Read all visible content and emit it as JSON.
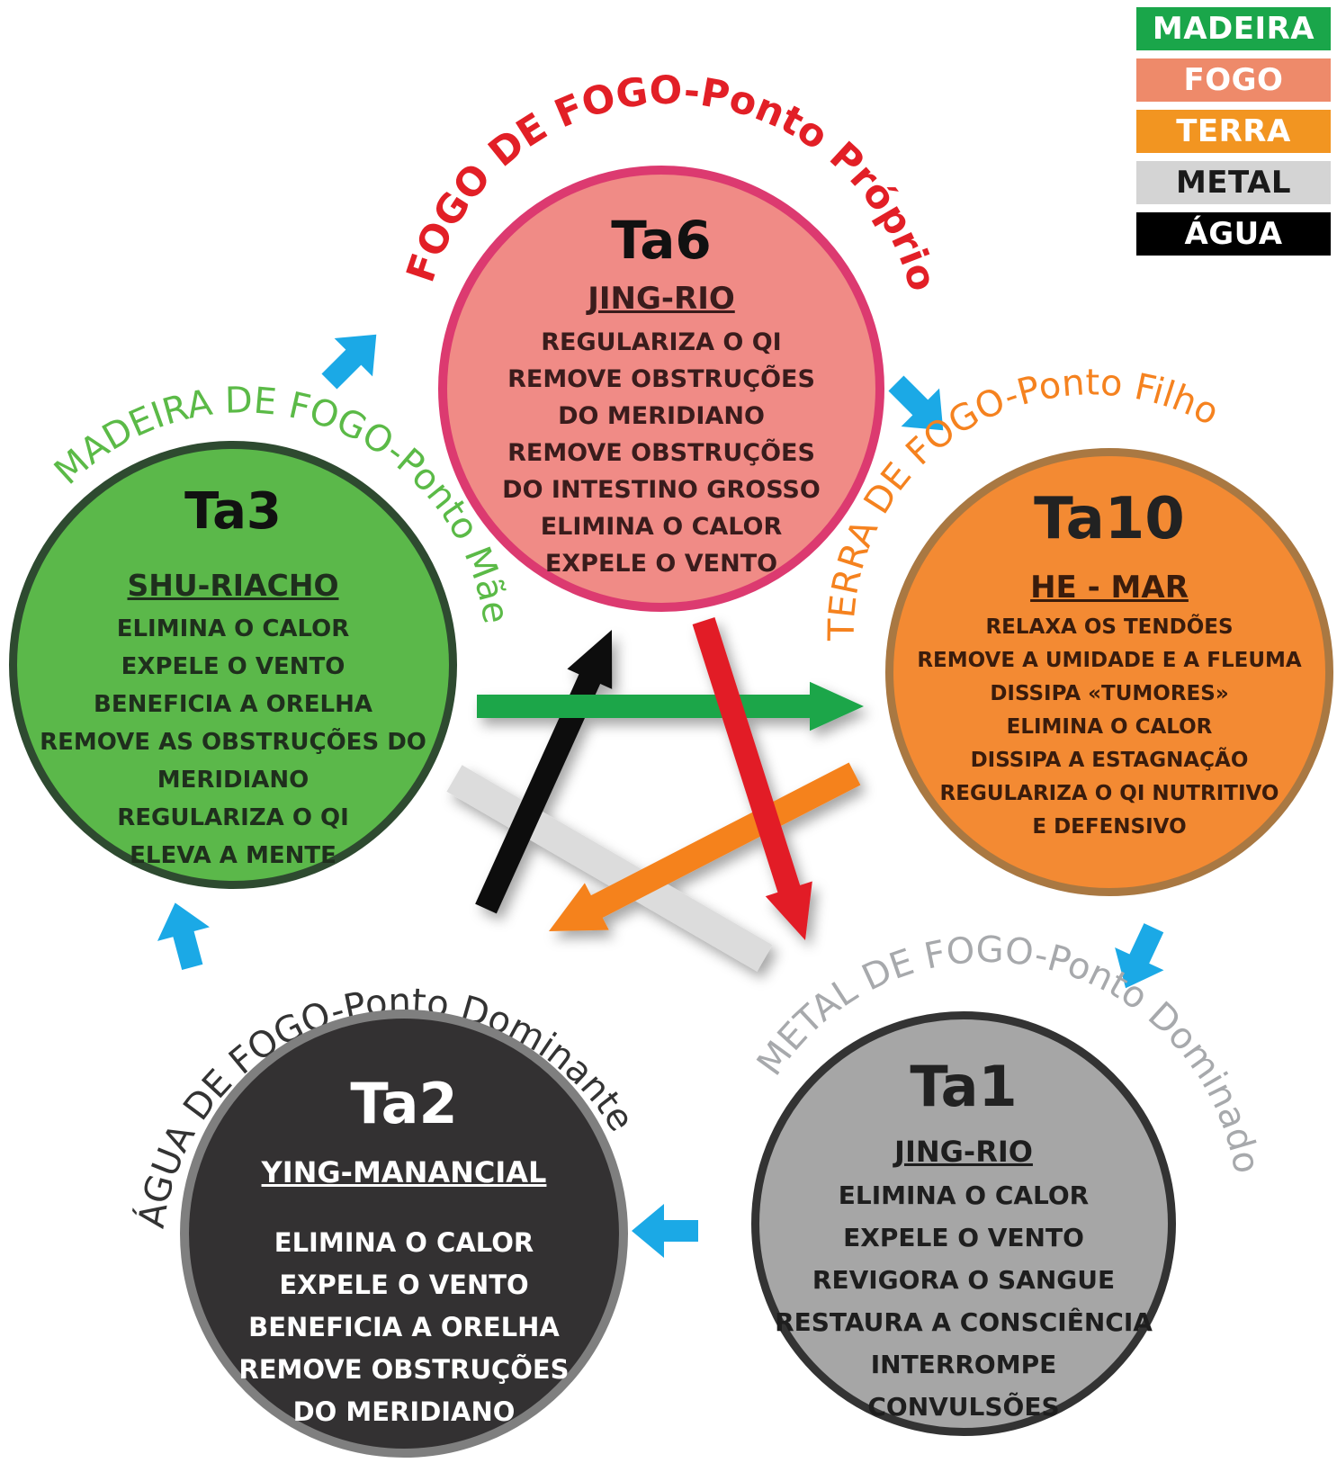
{
  "legend": {
    "items": [
      {
        "label": "MADEIRA",
        "bg": "#1aa64a",
        "fg": "#ffffff"
      },
      {
        "label": "FOGO",
        "bg": "#ee8a6a",
        "fg": "#ffffff"
      },
      {
        "label": "TERRA",
        "bg": "#f29521",
        "fg": "#ffffff"
      },
      {
        "label": "METAL",
        "bg": "#d4d4d4",
        "fg": "#1a1a1a"
      },
      {
        "label": "ÁGUA",
        "bg": "#000000",
        "fg": "#ffffff"
      }
    ]
  },
  "points": {
    "ta6": {
      "arc_label": "FOGO DE FOGO-Ponto Próprio",
      "code": "Ta6",
      "type": "JING-RIO",
      "lines": [
        "REGULARIZA O QI",
        "REMOVE OBSTRUÇÕES",
        "DO MERIDIANO",
        "REMOVE OBSTRUÇÕES",
        "DO INTESTINO GROSSO",
        "ELIMINA O CALOR",
        "EXPELE O VENTO"
      ],
      "fill": "#f08b86",
      "border": "#dc3a70",
      "arc_color": "#e21f26"
    },
    "ta10": {
      "arc_label": "TERRA DE FOGO-Ponto Filho",
      "code": "Ta10",
      "type": "HE - MAR",
      "lines": [
        "RELAXA OS TENDÕES",
        "REMOVE A UMIDADE E A FLEUMA",
        "DISSIPA «TUMORES»",
        "ELIMINA O CALOR",
        "DISSIPA A ESTAGNAÇÃO",
        "REGULARIZA O QI NUTRITIVO",
        "E DEFENSIVO"
      ],
      "fill": "#f38a33",
      "border": "#a97842",
      "arc_color": "#f5821f"
    },
    "ta1": {
      "arc_label": "METAL DE FOGO-Ponto Dominado",
      "code": "Ta1",
      "type": "JING-RIO",
      "lines": [
        "ELIMINA O CALOR",
        "EXPELE O VENTO",
        "REVIGORA O SANGUE",
        "RESTAURA A CONSCIÊNCIA",
        "INTERROMPE",
        "CONVULSÕES"
      ],
      "fill": "#a6a6a6",
      "border": "#333333",
      "arc_color": "#a7a9ac"
    },
    "ta2": {
      "arc_label": "ÁGUA DE FOGO-Ponto Dominante",
      "code": "Ta2",
      "type": "YING-MANANCIAL",
      "lines": [
        "ELIMINA O CALOR",
        "EXPELE O VENTO",
        "BENEFICIA A ORELHA",
        "REMOVE OBSTRUÇÕES",
        "DO MERIDIANO"
      ],
      "fill": "#333132",
      "border": "#7f7f7f",
      "arc_color": "#333333"
    },
    "ta3": {
      "arc_label": "MADEIRA DE FOGO-Ponto Mãe",
      "code": "Ta3",
      "type": "SHU-RIACHO",
      "lines": [
        "ELIMINA O CALOR",
        "EXPELE O VENTO",
        "BENEFICIA A ORELHA",
        "REMOVE AS OBSTRUÇÕES DO",
        "MERIDIANO",
        "REGULARIZA O QI",
        "ELEVA A MENTE"
      ],
      "fill": "#5bb84a",
      "border": "#2e4a30",
      "arc_color": "#5bba47"
    }
  },
  "colors": {
    "cycle_arrow": "#1ba9e6",
    "star_green": "#1aa64a",
    "star_red": "#e21f26",
    "star_black": "#111111",
    "star_white": "#dcdcdc",
    "star_orange": "#f5821f"
  }
}
